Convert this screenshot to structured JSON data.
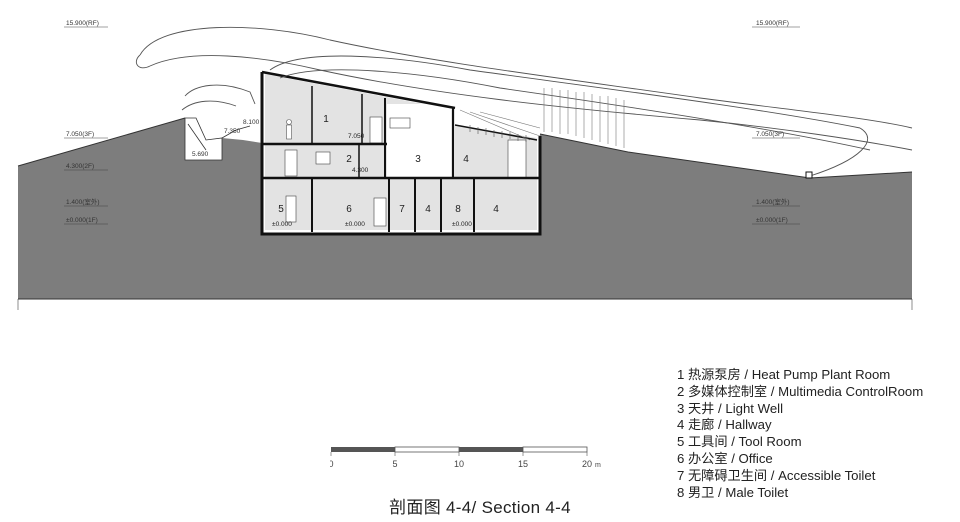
{
  "levels": {
    "top_left": "15.900(RF)",
    "top_right": "15.900(RF)",
    "l3_left": "7.050(3F)",
    "l3_right": "7.050(3F)",
    "l2_left": "4.300(2F)",
    "ground_left": "1.400(室外)",
    "ground_right": "1.400(室外)",
    "base_left": "±0.000(1F)",
    "base_right": "±0.000(1F)",
    "annex_a": "8.100",
    "annex_b": "7.350",
    "annex_c": "5.690",
    "room1_floor": "7.050",
    "room2_floor": "4.300",
    "room5_floor": "±0.000",
    "room6_floor": "±0.000",
    "room8_floor": "±0.000"
  },
  "room_numbers": {
    "r1": "1",
    "r2": "2",
    "r3": "3",
    "r4a": "4",
    "r4b": "4",
    "r4c": "4",
    "r5": "5",
    "r6": "6",
    "r7": "7",
    "r8": "8"
  },
  "legend": [
    "1 热源泵房 / Heat Pump Plant Room",
    "2 多媒体控制室 / Multimedia ControlRoom",
    "3 天井 / Light Well",
    "4 走廊 / Hallway",
    "5 工具间 / Tool Room",
    "6 办公室 / Office",
    "7 无障碍卫生间 / Accessible Toilet",
    "8 男卫 / Male Toilet"
  ],
  "scale": {
    "ticks": [
      "0",
      "5",
      "10",
      "15",
      "20"
    ],
    "unit": "m"
  },
  "caption": "剖面图 4-4/ Section 4-4",
  "colors": {
    "ground": "#7d7d7d",
    "room_fill": "#e3e3e3",
    "wall": "#111111",
    "line": "#444444"
  }
}
